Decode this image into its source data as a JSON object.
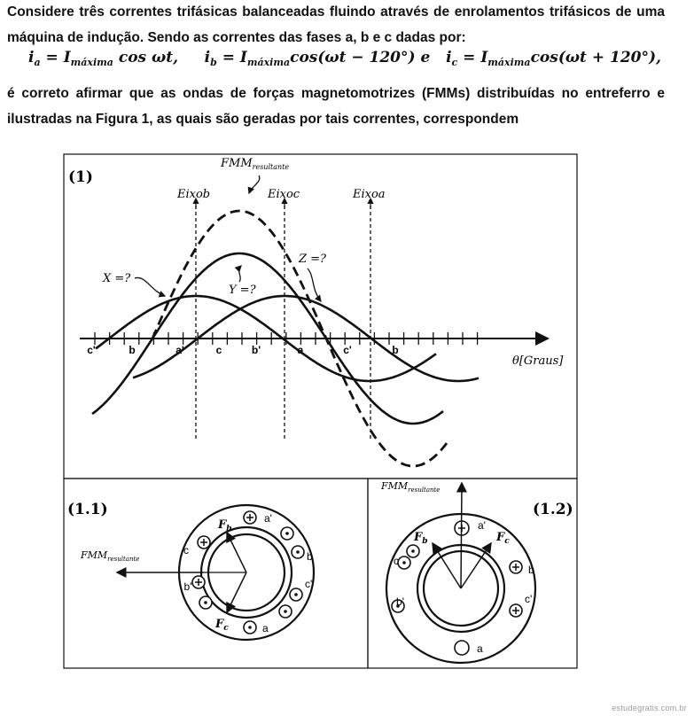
{
  "question": {
    "intro": "Considere três correntes trifásicas balanceadas fluindo através de enrolamentos trifásicos de uma máquina de indução. Sendo as correntes das fases a, b e c dadas por:",
    "eq_a_lhs": "i",
    "eq_a_sub": "a",
    "eq_a_rhs": "= I",
    "eq_a_isub": "máxima",
    "eq_a_tail": " cos ωt,",
    "eq_b_lhs": "i",
    "eq_b_sub": "b",
    "eq_b_rhs": "= I",
    "eq_b_isub": "máxima",
    "eq_b_tail": "cos(ωt − 120°)",
    "eq_conj": " e ",
    "eq_c_lhs": "i",
    "eq_c_sub": "c",
    "eq_c_rhs": "= I",
    "eq_c_isub": "máxima",
    "eq_c_tail": "cos(ωt + 120°),",
    "body": "é correto afirmar que as ondas de forças magnetomotrizes (FMMs) distribuídas no entreferro e ilustradas na Figura 1, as quais são geradas por tais correntes, correspondem"
  },
  "figure": {
    "panel1_label": "(1)",
    "panel11_label": "(1.1)",
    "panel12_label": "(1.2)",
    "fmm_label": "FMM",
    "fmm_sub": "resultante",
    "axis_b": "Eixob",
    "axis_c": "Eixoc",
    "axis_a": "Eixoa",
    "x_label": "X =?",
    "y_label": "Y =?",
    "z_label": "Z =?",
    "theta_label": "θ[Graus]",
    "ticks": [
      "c'",
      "b",
      "a'",
      "c",
      "b'",
      "a",
      "c'",
      "b"
    ],
    "fb": "F",
    "fb_sub": "b",
    "fc": "F",
    "fc_sub": "c",
    "coil_a": "a",
    "coil_a_prime": "a'",
    "coil_b": "b",
    "coil_b_prime": "b'",
    "coil_c": "c",
    "coil_c_prime": "c'",
    "dot_symbol": "•",
    "plus_symbol": "+"
  },
  "watermark": "estudegratis.com.br"
}
